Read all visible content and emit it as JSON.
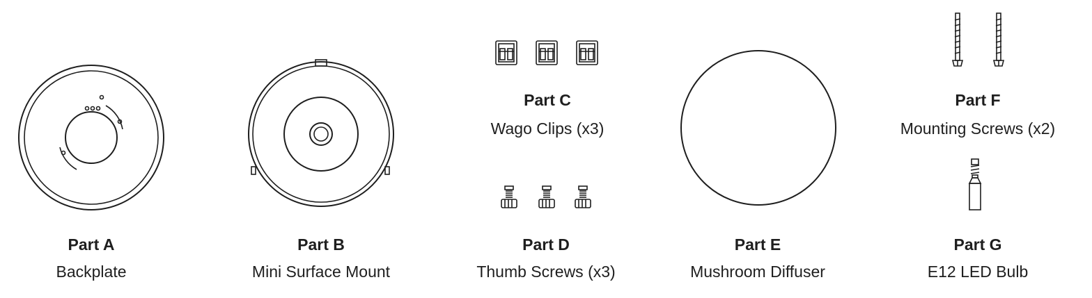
{
  "parts": [
    {
      "id": "a",
      "title": "Part A",
      "name": "Backplate",
      "icon": "backplate-icon"
    },
    {
      "id": "b",
      "title": "Part B",
      "name": "Mini Surface Mount",
      "icon": "surface-mount-icon"
    },
    {
      "id": "c",
      "title": "Part C",
      "name": "Wago Clips (x3)",
      "icon": "wago-clip-icon"
    },
    {
      "id": "d",
      "title": "Part D",
      "name": "Thumb Screws (x3)",
      "icon": "thumb-screw-icon"
    },
    {
      "id": "e",
      "title": "Part E",
      "name": "Mushroom Diffuser",
      "icon": "diffuser-icon"
    },
    {
      "id": "f",
      "title": "Part F",
      "name": "Mounting Screws (x2)",
      "icon": "mounting-screw-icon"
    },
    {
      "id": "g",
      "title": "Part G",
      "name": "E12 LED Bulb",
      "icon": "led-bulb-icon"
    }
  ]
}
